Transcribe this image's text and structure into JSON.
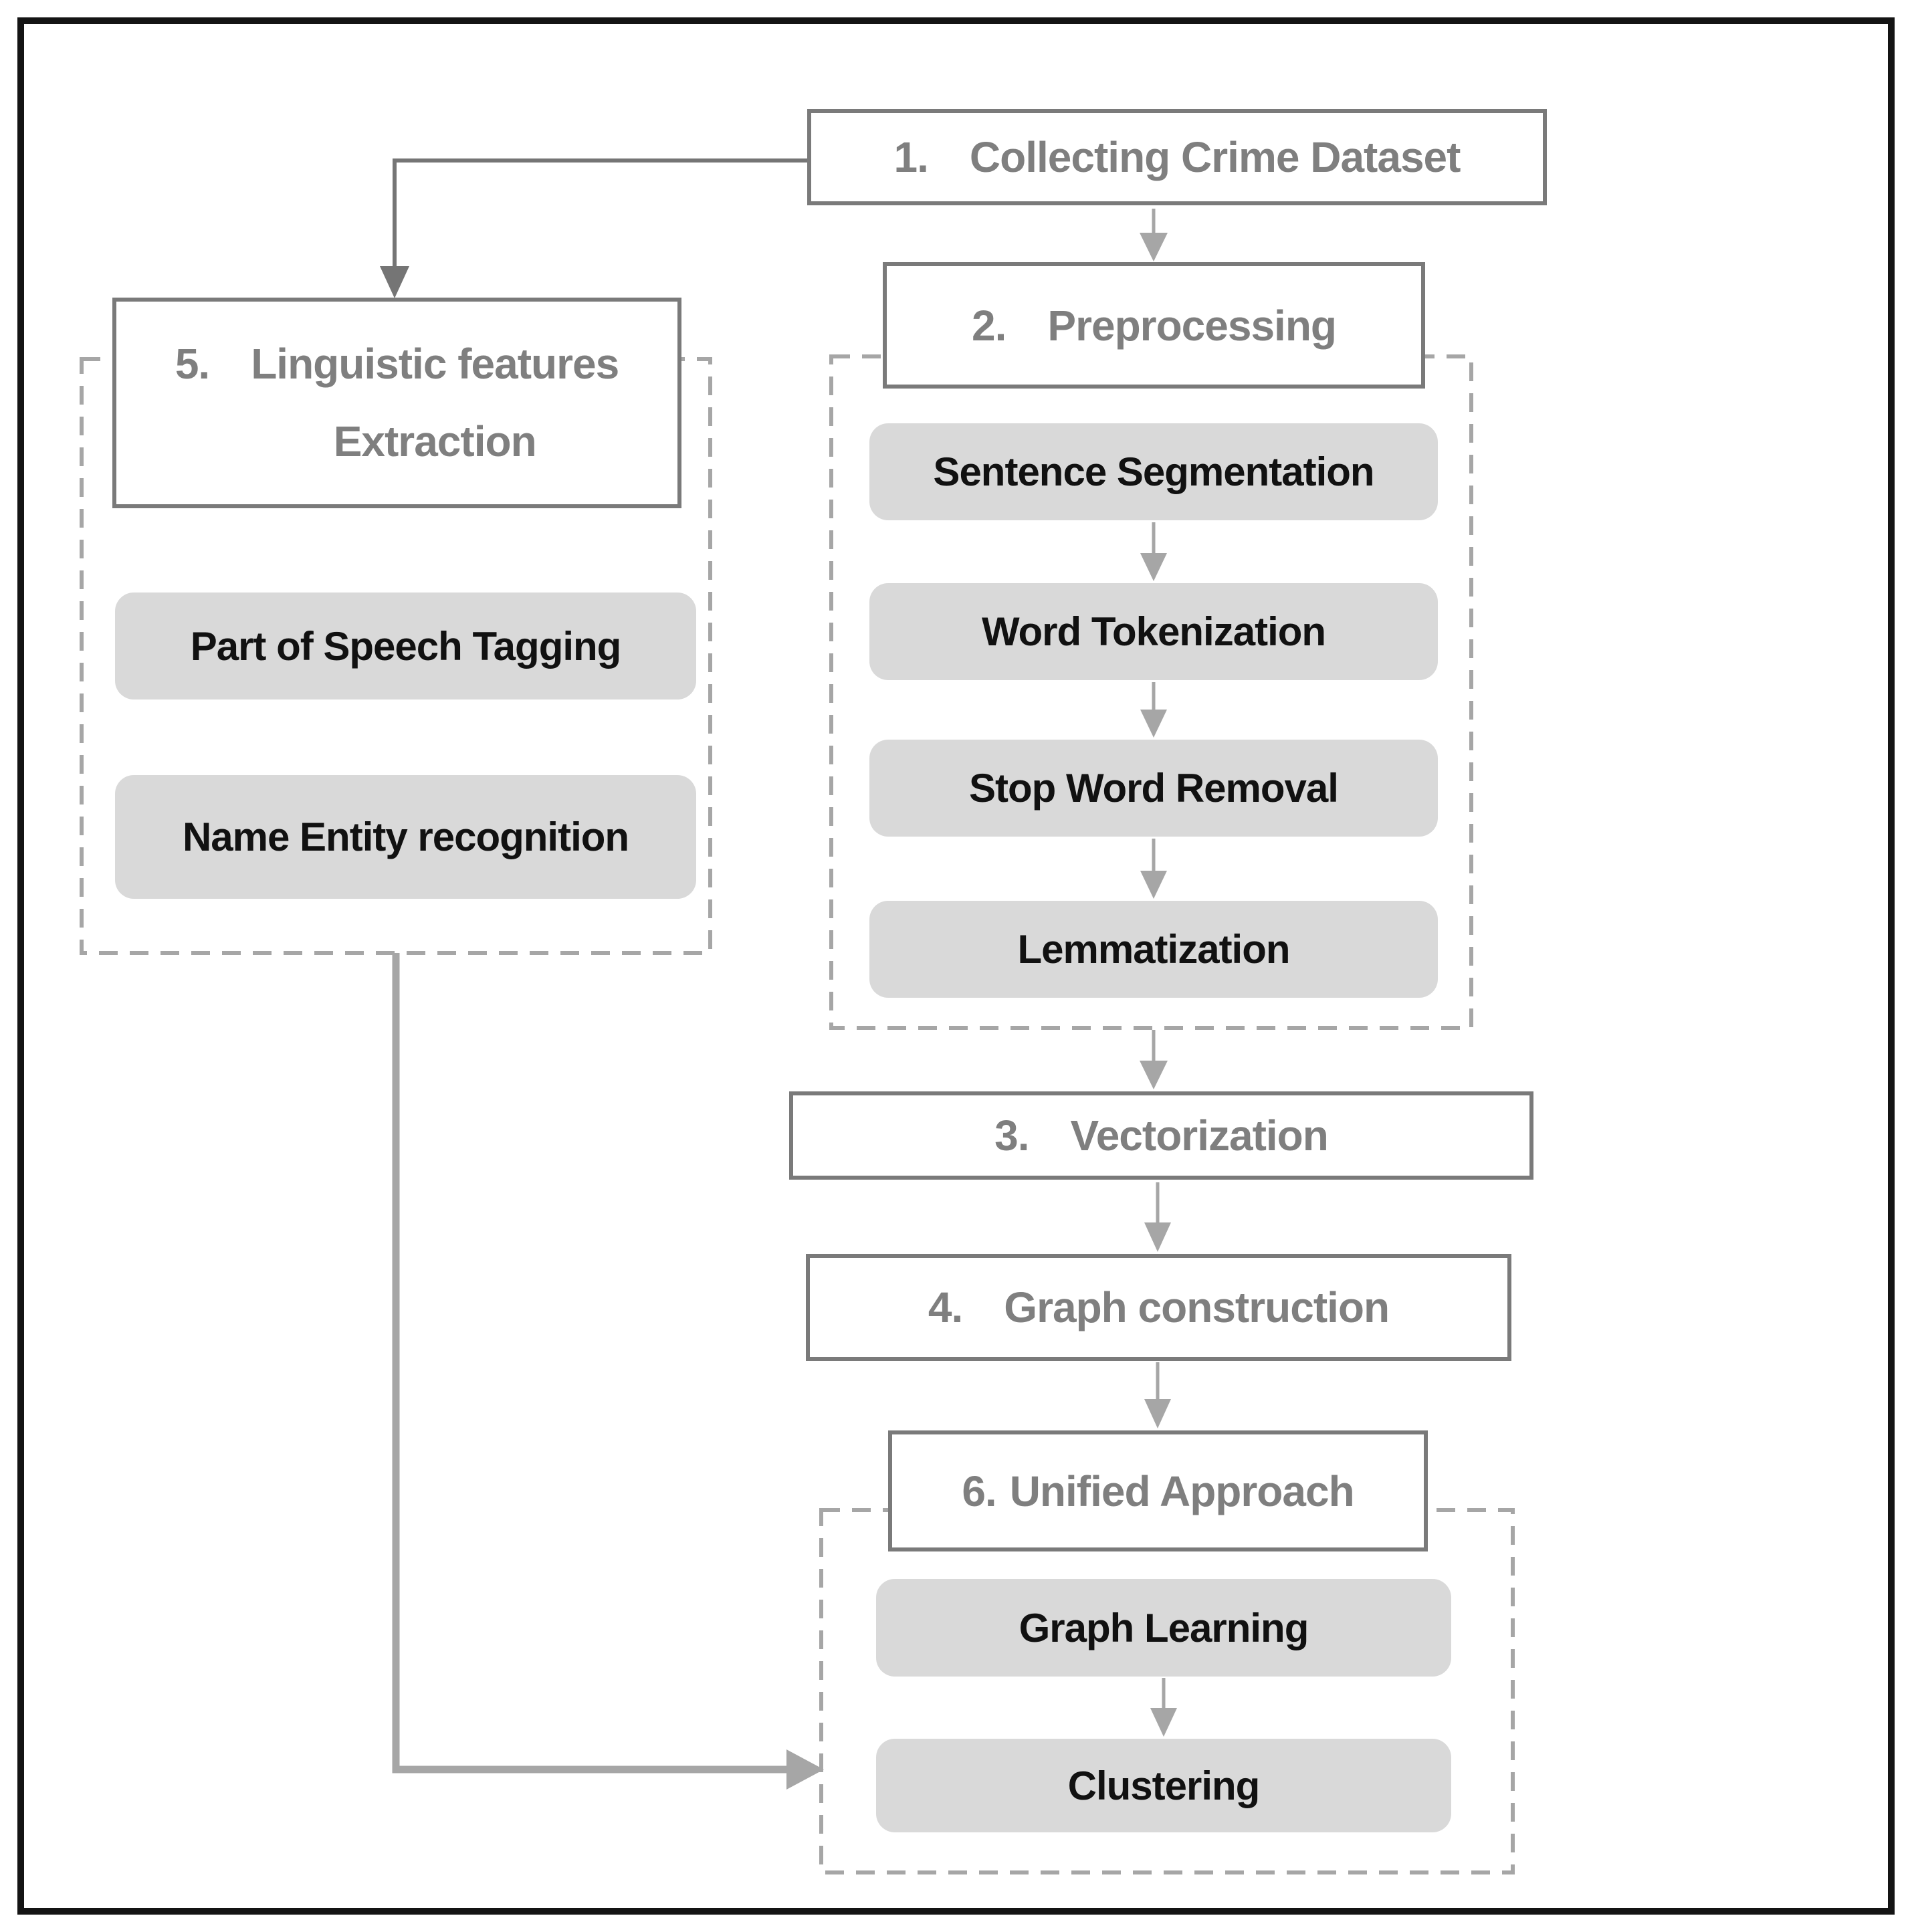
{
  "colors": {
    "frame": "#141414",
    "box-border": "#7a7a7a",
    "box-text": "#7f7f7f",
    "subbox-fill": "#d9d9d9",
    "subbox-text": "#111111",
    "dash": "#a6a6a6",
    "arrow": "#a6a6a6",
    "connector": "#757575"
  },
  "steps": {
    "collect": {
      "num": "1.",
      "label": "Collecting Crime Dataset"
    },
    "preprocess": {
      "num": "2.",
      "label": "Preprocessing"
    },
    "vectorize": {
      "num": "3.",
      "label": "Vectorization"
    },
    "graph": {
      "num": "4.",
      "label": "Graph construction"
    },
    "linguistic": {
      "num": "5.",
      "line1": "Linguistic features",
      "line2": "Extraction"
    },
    "unified": {
      "num": "6.",
      "label": "Unified Approach"
    }
  },
  "preprocessing_substeps": [
    "Sentence Segmentation",
    "Word Tokenization",
    "Stop Word Removal",
    "Lemmatization"
  ],
  "linguistic_substeps": [
    "Part of Speech Tagging",
    "Name Entity recognition"
  ],
  "unified_substeps": [
    "Graph Learning",
    "Clustering"
  ]
}
